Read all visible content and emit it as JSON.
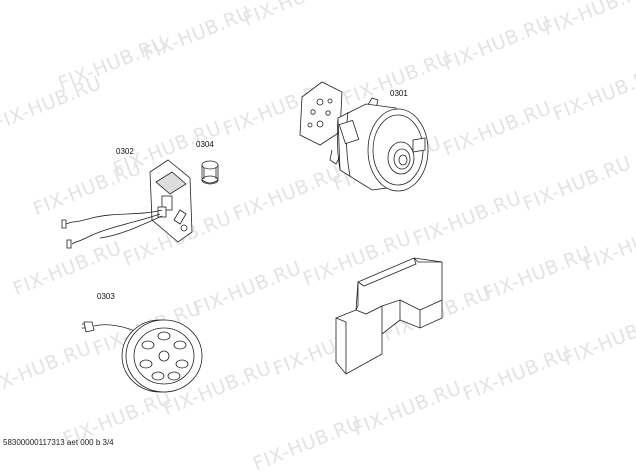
{
  "watermark": "FIX-HUB.RU",
  "parts": {
    "motor": "0301",
    "pcb": "0302",
    "cable_reel": "0303",
    "filter": "0304"
  },
  "footer": "58300000117313 aet 000 b 3/4"
}
